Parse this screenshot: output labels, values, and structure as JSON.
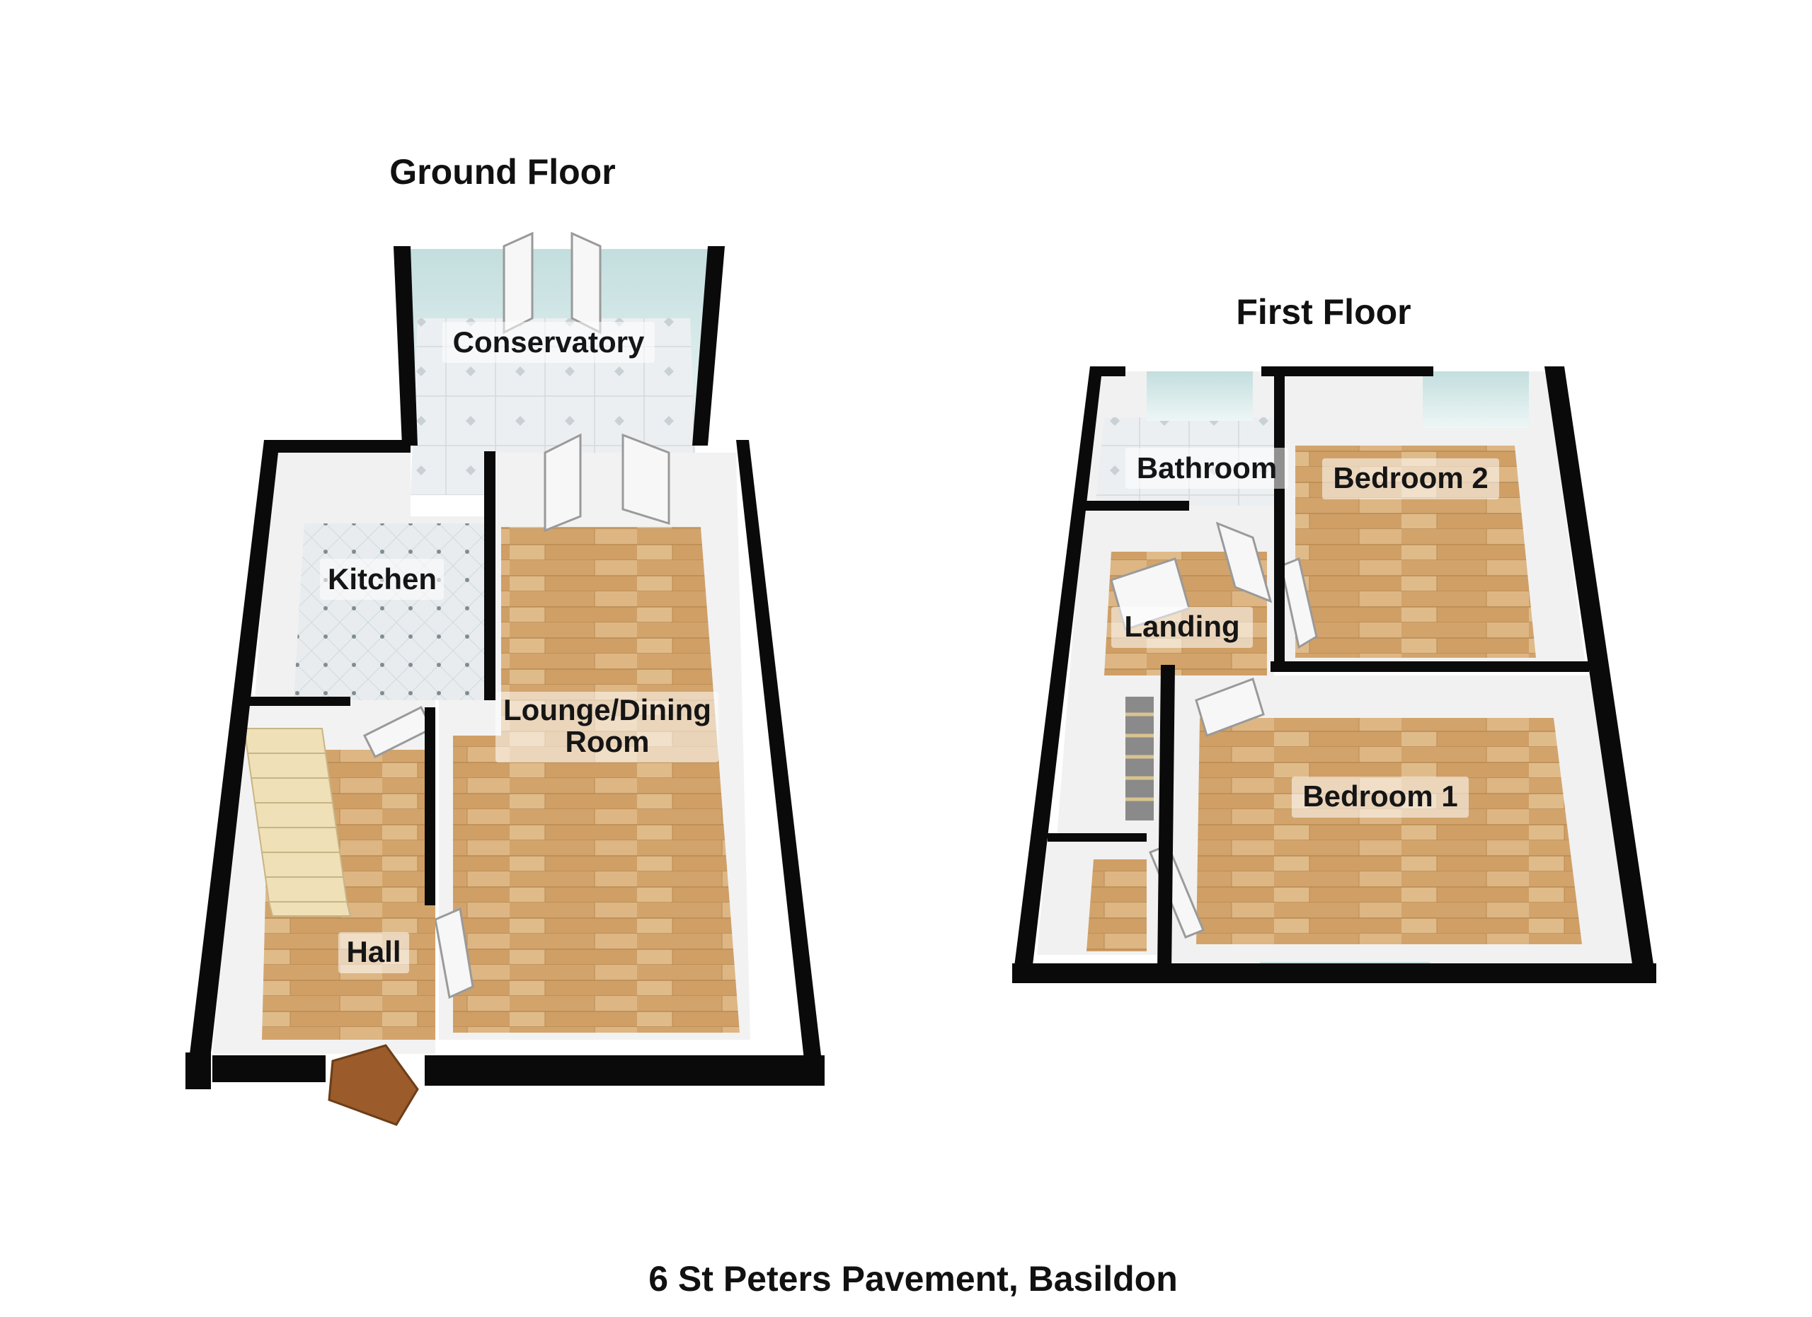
{
  "ground_floor": {
    "title": "Ground Floor",
    "rooms": {
      "conservatory": "Conservatory",
      "kitchen": "Kitchen",
      "lounge_line1": "Lounge/Dining",
      "lounge_line2": "Room",
      "hall": "Hall"
    }
  },
  "first_floor": {
    "title": "First Floor",
    "rooms": {
      "bathroom": "Bathroom",
      "bedroom2": "Bedroom 2",
      "landing": "Landing",
      "bedroom1": "Bedroom 1"
    }
  },
  "address": "6 St Peters Pavement, Basildon",
  "colors": {
    "wall": "#0a0a0a",
    "wood_floor": "#d9b07a",
    "tile_floor": "#e6eaec",
    "glass": "#cfe6e6",
    "stairs": "#efe0b8"
  }
}
